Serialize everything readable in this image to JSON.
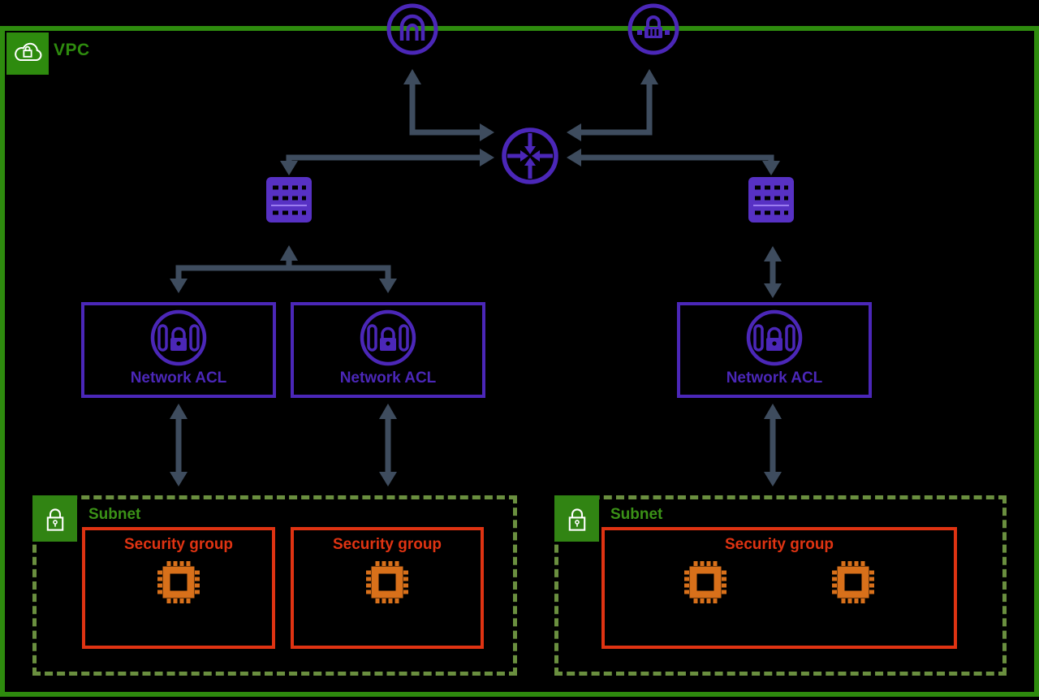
{
  "colors": {
    "bg": "#000000",
    "vpc-green": "#2E8B0E",
    "square-green": "#318413",
    "subnet-green": "#6A8F3F",
    "label-green": "#3B9217",
    "purple": "#4B27B8",
    "purple-fill": "#5731C4",
    "arrow": "#3E4C5E",
    "red": "#DF3312",
    "orange": "#D8701A"
  },
  "vpc": {
    "label": "VPC",
    "icon": "cloud-with-lock"
  },
  "top_icons": {
    "internet_gateway": "internet-gateway",
    "vpn_gateway": "vpn-gateway",
    "router": "router",
    "route_table": "route-table"
  },
  "nacls": [
    {
      "label": "Network ACL"
    },
    {
      "label": "Network ACL"
    },
    {
      "label": "Network ACL"
    }
  ],
  "subnets": [
    {
      "label": "Subnet",
      "icon": "lock",
      "security_groups": [
        {
          "label": "Security group",
          "instance_count": 1
        },
        {
          "label": "Security group",
          "instance_count": 1
        }
      ]
    },
    {
      "label": "Subnet",
      "icon": "lock",
      "security_groups": [
        {
          "label": "Security group",
          "instance_count": 2
        }
      ]
    }
  ]
}
